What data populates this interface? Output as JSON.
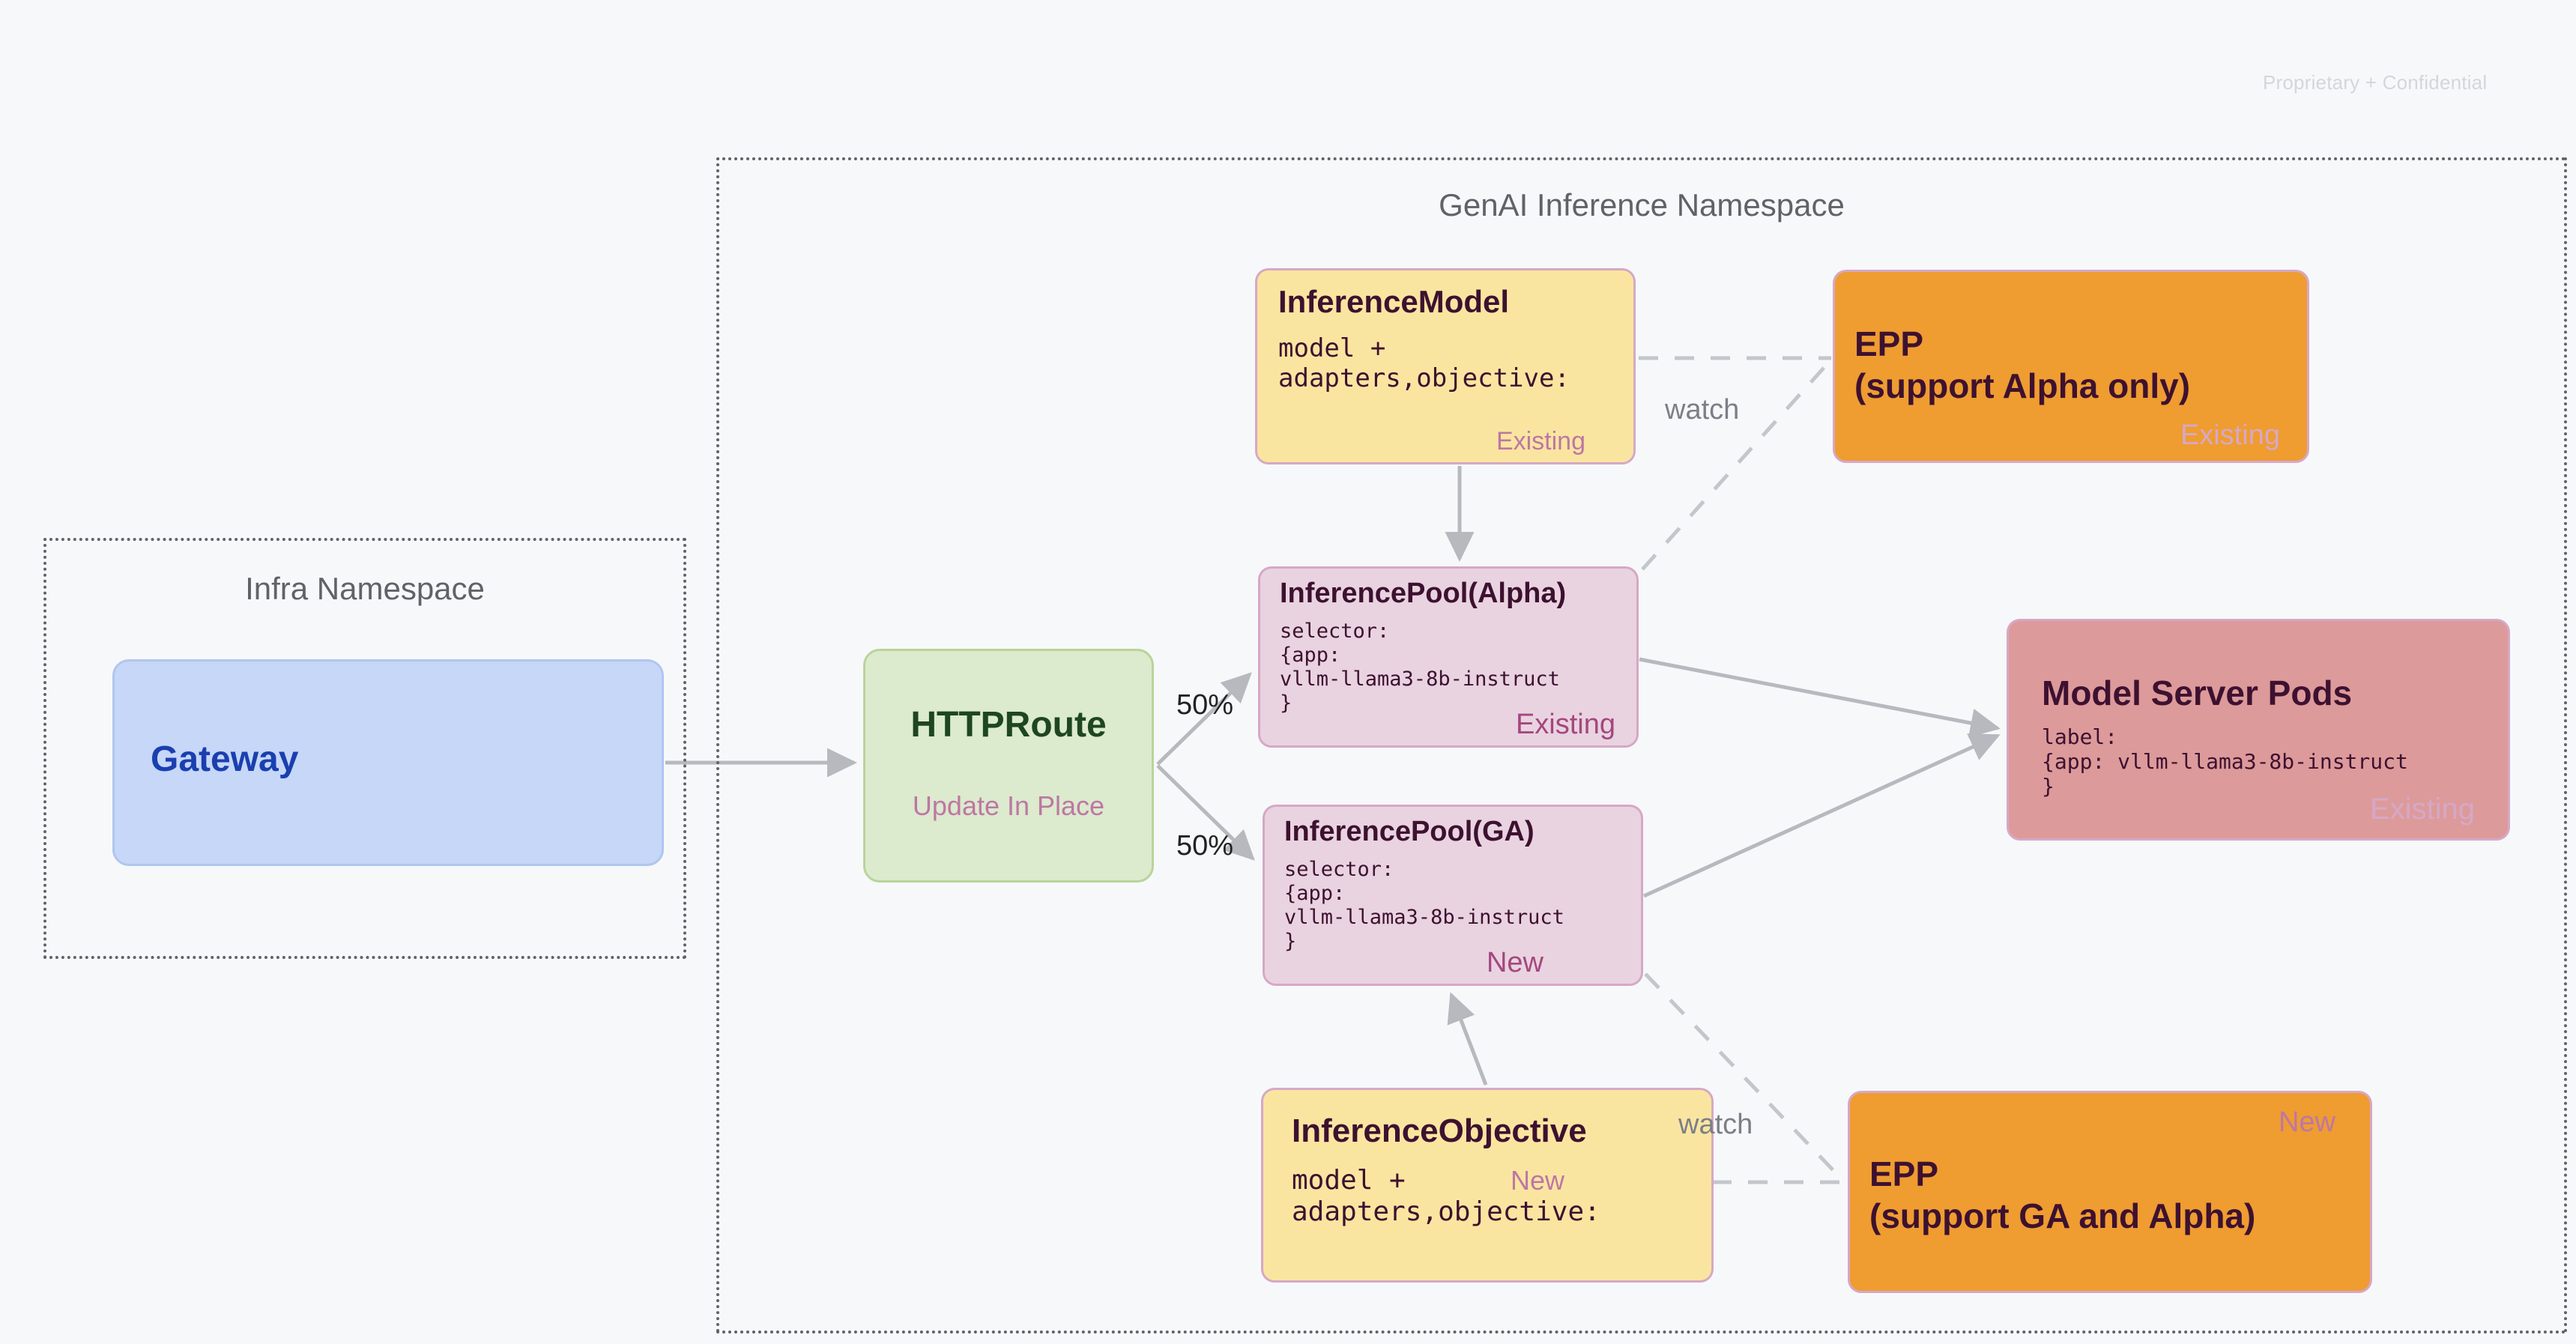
{
  "page": {
    "confidential_notice": "Proprietary + Confidential"
  },
  "namespaces": [
    {
      "id": "genai",
      "title": "GenAI Inference Namespace"
    },
    {
      "id": "infra",
      "title": "Infra Namespace"
    }
  ],
  "nodes": {
    "gateway": {
      "title": "Gateway"
    },
    "httproute": {
      "title": "HTTPRoute",
      "subtitle": "Update In Place"
    },
    "inference_model": {
      "title": "InferenceModel",
      "code": "model +\nadapters,objective:",
      "tag": "Existing"
    },
    "pool_alpha": {
      "title": "InferencePool(Alpha)",
      "code": "selector:\n{app:\nvllm-llama3-8b-instruct\n}",
      "tag": "Existing"
    },
    "pool_ga": {
      "title": "InferencePool(GA)",
      "code": "selector:\n{app:\nvllm-llama3-8b-instruct\n}",
      "tag": "New"
    },
    "inference_objective": {
      "title": "InferenceObjective",
      "code": "model +\nadapters,objective:",
      "tag": "New"
    },
    "epp_alpha": {
      "title": "EPP\n(support Alpha only)",
      "tag": "Existing"
    },
    "epp_ga": {
      "title": "EPP\n(support GA and Alpha)",
      "tag": "New"
    },
    "model_server_pods": {
      "title": "Model Server Pods",
      "code": "label:\n{app: vllm-llama3-8b-instruct\n}",
      "tag": "Existing"
    }
  },
  "edges": {
    "split_top_label": "50%",
    "split_bottom_label": "50%",
    "watch_top_label": "watch",
    "watch_bottom_label": "watch"
  },
  "colors": {
    "background": "#f7f8fa",
    "gateway_fill": "#c6d7f7",
    "gateway_text": "#1a3fb0",
    "httproute_fill": "#dceacd",
    "httproute_text": "#1e4620",
    "yellow_fill": "#fae5a0",
    "pink_fill": "#e9d3e0",
    "orange_fill": "#ef9c31",
    "red_fill": "#dd9a9a",
    "node_border": "#d6a8c6",
    "tag_existing": "#bd77a4",
    "tag_new": "#a4477f",
    "arrow": "#b6b9bd",
    "namespace_border": "#5f6368",
    "dark_text": "#3d1130"
  }
}
